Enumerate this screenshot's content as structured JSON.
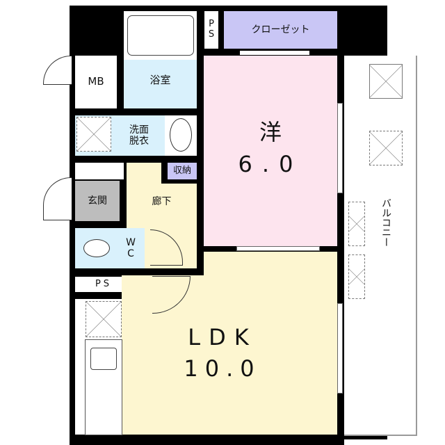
{
  "rooms": {
    "western": {
      "name": "洋",
      "size": "6.0"
    },
    "ldk": {
      "name": "LDK",
      "size": "10.0"
    },
    "closet": "クローゼット",
    "ps_top": "P\nS",
    "ps_bottom": "PS",
    "bath": "浴室",
    "mb": "MB",
    "washroom": "洗面\n脱衣",
    "storage": "収納",
    "entrance": "玄関",
    "hallway": "廊下",
    "wc": "W\nC",
    "balcony": "バルコニー"
  },
  "colors": {
    "western": "#fde4ee",
    "ldk": "#fdf6d0",
    "closet": "#c9c6f5",
    "wet": "#d9f1fc",
    "entrance": "#bdbdbd",
    "wall": "#000000"
  }
}
